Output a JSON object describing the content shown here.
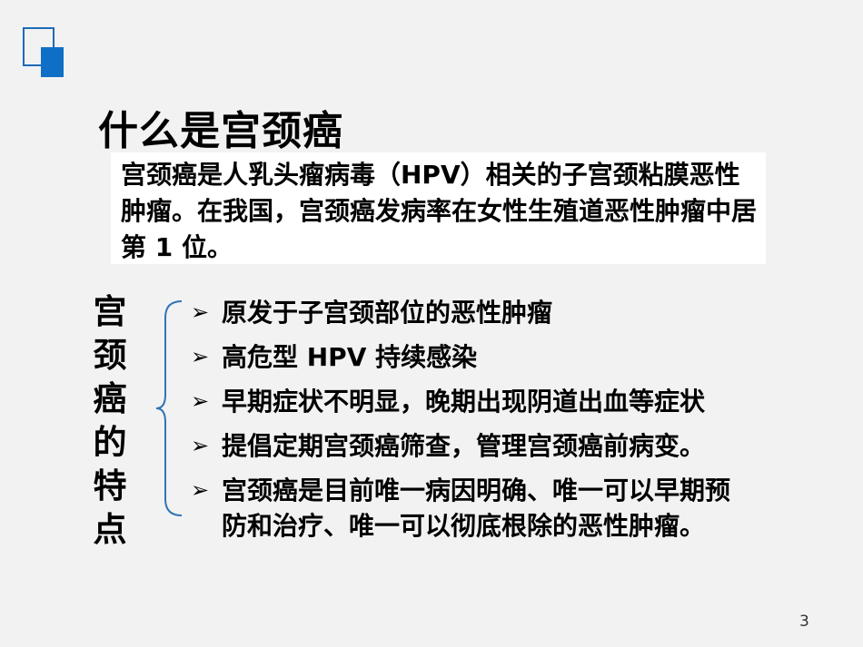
{
  "title": "什么是宫颈癌",
  "definition": "宫颈癌是人乳头瘤病毒（HPV）相关的子宫颈粘膜恶性肿瘤。在我国，宫颈癌发病率在女性生殖道恶性肿瘤中居第 1 位。",
  "side_label": "宫\n颈\n癌\n的\n特\n点",
  "bullet_icon": "arrow-bullet-icon",
  "bullets": [
    {
      "text": "原发于子宫颈部位的恶性肿瘤"
    },
    {
      "text": "高危型 HPV 持续感染"
    },
    {
      "text": "早期症状不明显，晚期出现阴道出血等症状"
    },
    {
      "text": "提倡定期宫颈癌筛查，管理宫颈癌前病变。"
    },
    {
      "text": "宫颈癌是目前唯一病因明确、唯一可以早期预\n防和治疗、唯一可以彻底根除的恶性肿瘤。"
    }
  ],
  "page_number": "3",
  "colors": {
    "accent_blue": "#0f6fc6",
    "background": "#f2f2f2",
    "box_background": "#ffffff"
  }
}
